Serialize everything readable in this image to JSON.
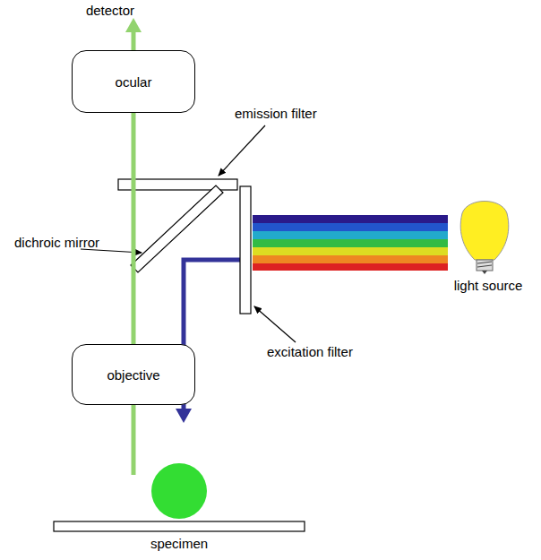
{
  "diagram": {
    "nodes": [
      {
        "text": [
          "ocular"
        ]
      },
      {
        "text": [
          "objective"
        ]
      }
    ],
    "edges": [
      {
        "from": 1,
        "to": 0,
        "arrow": "none"
      }
    ],
    "labels": [
      "detector",
      "emission filter",
      "dichroic mirror",
      "excitation filter",
      "light source",
      "specimen"
    ]
  }
}
